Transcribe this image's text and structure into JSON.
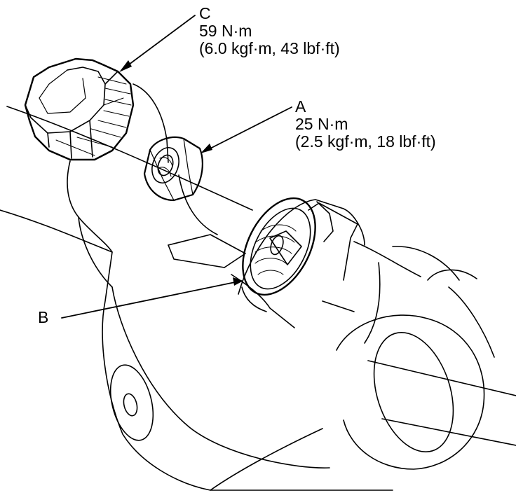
{
  "callouts": {
    "c": {
      "letter": "C",
      "torque_nm": "59 N·m",
      "torque_alt": "(6.0 kgf·m, 43 lbf·ft)"
    },
    "a": {
      "letter": "A",
      "torque_nm": "25 N·m",
      "torque_alt": "(2.5 kgf·m, 18 lbf·ft)"
    },
    "b": {
      "letter": "B"
    }
  },
  "colors": {
    "line": "#000000",
    "fill": "#ffffff"
  }
}
